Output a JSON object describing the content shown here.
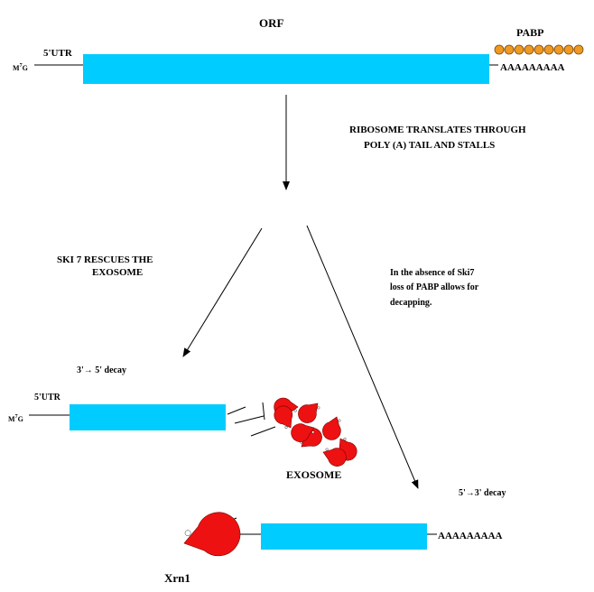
{
  "top": {
    "orf_label": "ORF",
    "utr_label": "5'UTR",
    "cap_label_main": "M",
    "cap_label_sup": "7",
    "cap_label_end": "G",
    "pabp_label": "PABP",
    "polya_label": "AAAAAAAAA"
  },
  "step1": {
    "line1": "RIBOSOME TRANSLATES THROUGH",
    "line2": "POLY (A) TAIL AND STALLS"
  },
  "left_branch": {
    "line1": "SKI 7 RESCUES THE",
    "line2": "EXOSOME",
    "decay_label": "3'→ 5' decay",
    "utr_label": "5'UTR",
    "cap_label_main": "M",
    "cap_label_sup": "7",
    "cap_label_end": "G",
    "exosome_label": "EXOSOME"
  },
  "right_branch": {
    "line1": "In the absence of Ski7",
    "line2": "loss of PABP allows for",
    "line3": "decapping.",
    "decay_label": "5'→3' decay",
    "polya_label": "AAAAAAAAA",
    "xrn1_label": "Xrn1"
  },
  "colors": {
    "mrna": "#00ccff",
    "pabp": "#ee9922",
    "pacman": "#ee1111"
  }
}
